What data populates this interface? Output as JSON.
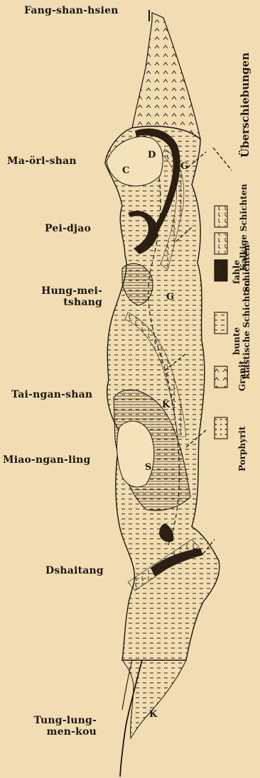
{
  "places": [
    {
      "id": "fang-shan-hsien",
      "lines": [
        "Fang-shan-hsien"
      ]
    },
    {
      "id": "ma-orl-shan",
      "lines": [
        "Ma-örl-shan"
      ]
    },
    {
      "id": "pei-djao",
      "lines": [
        "Pei-djao"
      ]
    },
    {
      "id": "hung-mei-tshang",
      "lines": [
        "Hung-mei-",
        "tshang"
      ]
    },
    {
      "id": "tai-ngan-shan",
      "lines": [
        "Tai-ngan-shan"
      ]
    },
    {
      "id": "miao-ngan-ling",
      "lines": [
        "Miao-ngan-ling"
      ]
    },
    {
      "id": "dshaitang",
      "lines": [
        "Dshaitang"
      ]
    },
    {
      "id": "tung-lung-men-kou",
      "lines": [
        "Tung-lung-",
        "men-kou"
      ]
    }
  ],
  "legend": {
    "thrust_label": "Überschiebungen",
    "items": [
      {
        "id": "porphyrit",
        "label": [
          "Porphyrit"
        ],
        "pattern": "dots"
      },
      {
        "id": "granit",
        "label": [
          "Granit"
        ],
        "pattern": "carets"
      },
      {
        "id": "bunte-klastische",
        "label": [
          "bunte",
          "klastische Schichten"
        ],
        "pattern": "dashes"
      },
      {
        "id": "fahle-schichten",
        "label": [
          "fahle",
          "Schichten"
        ],
        "pattern": "solid"
      },
      {
        "id": "kalkige-schichten",
        "label": [
          "Kalkige Schichten"
        ],
        "pattern": "hooks"
      }
    ]
  },
  "map_letters": {
    "G": "G",
    "K": "K",
    "S": "S",
    "C": "C",
    "D": "D"
  }
}
